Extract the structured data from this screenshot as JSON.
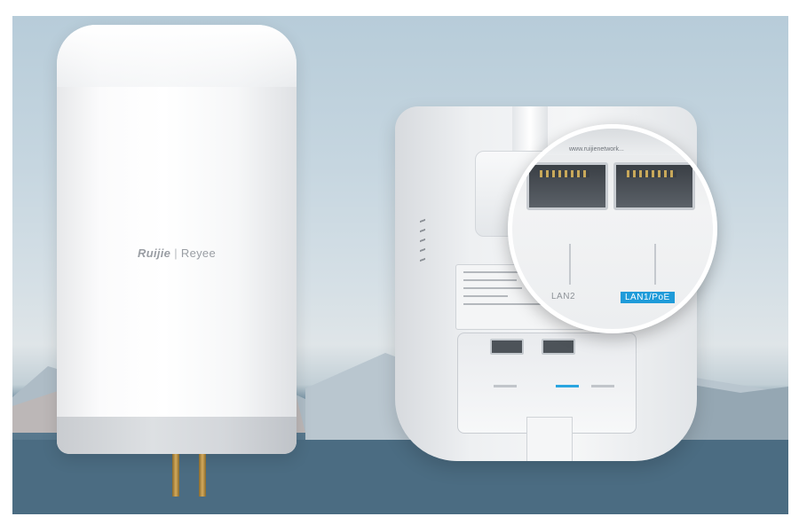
{
  "scene": {
    "description_colors": {
      "sky": "#c6d6e0",
      "water": "#48697f",
      "device_white": "#f7f8f9",
      "poe_label_blue": "#1f9bd9"
    }
  },
  "front_device": {
    "brand_primary": "Ruijie",
    "brand_secondary": "Reyee"
  },
  "zoom_inset": {
    "url_text": "www.ruijienetwork...",
    "port_labels": [
      "LAN2",
      "LAN1/PoE"
    ]
  }
}
